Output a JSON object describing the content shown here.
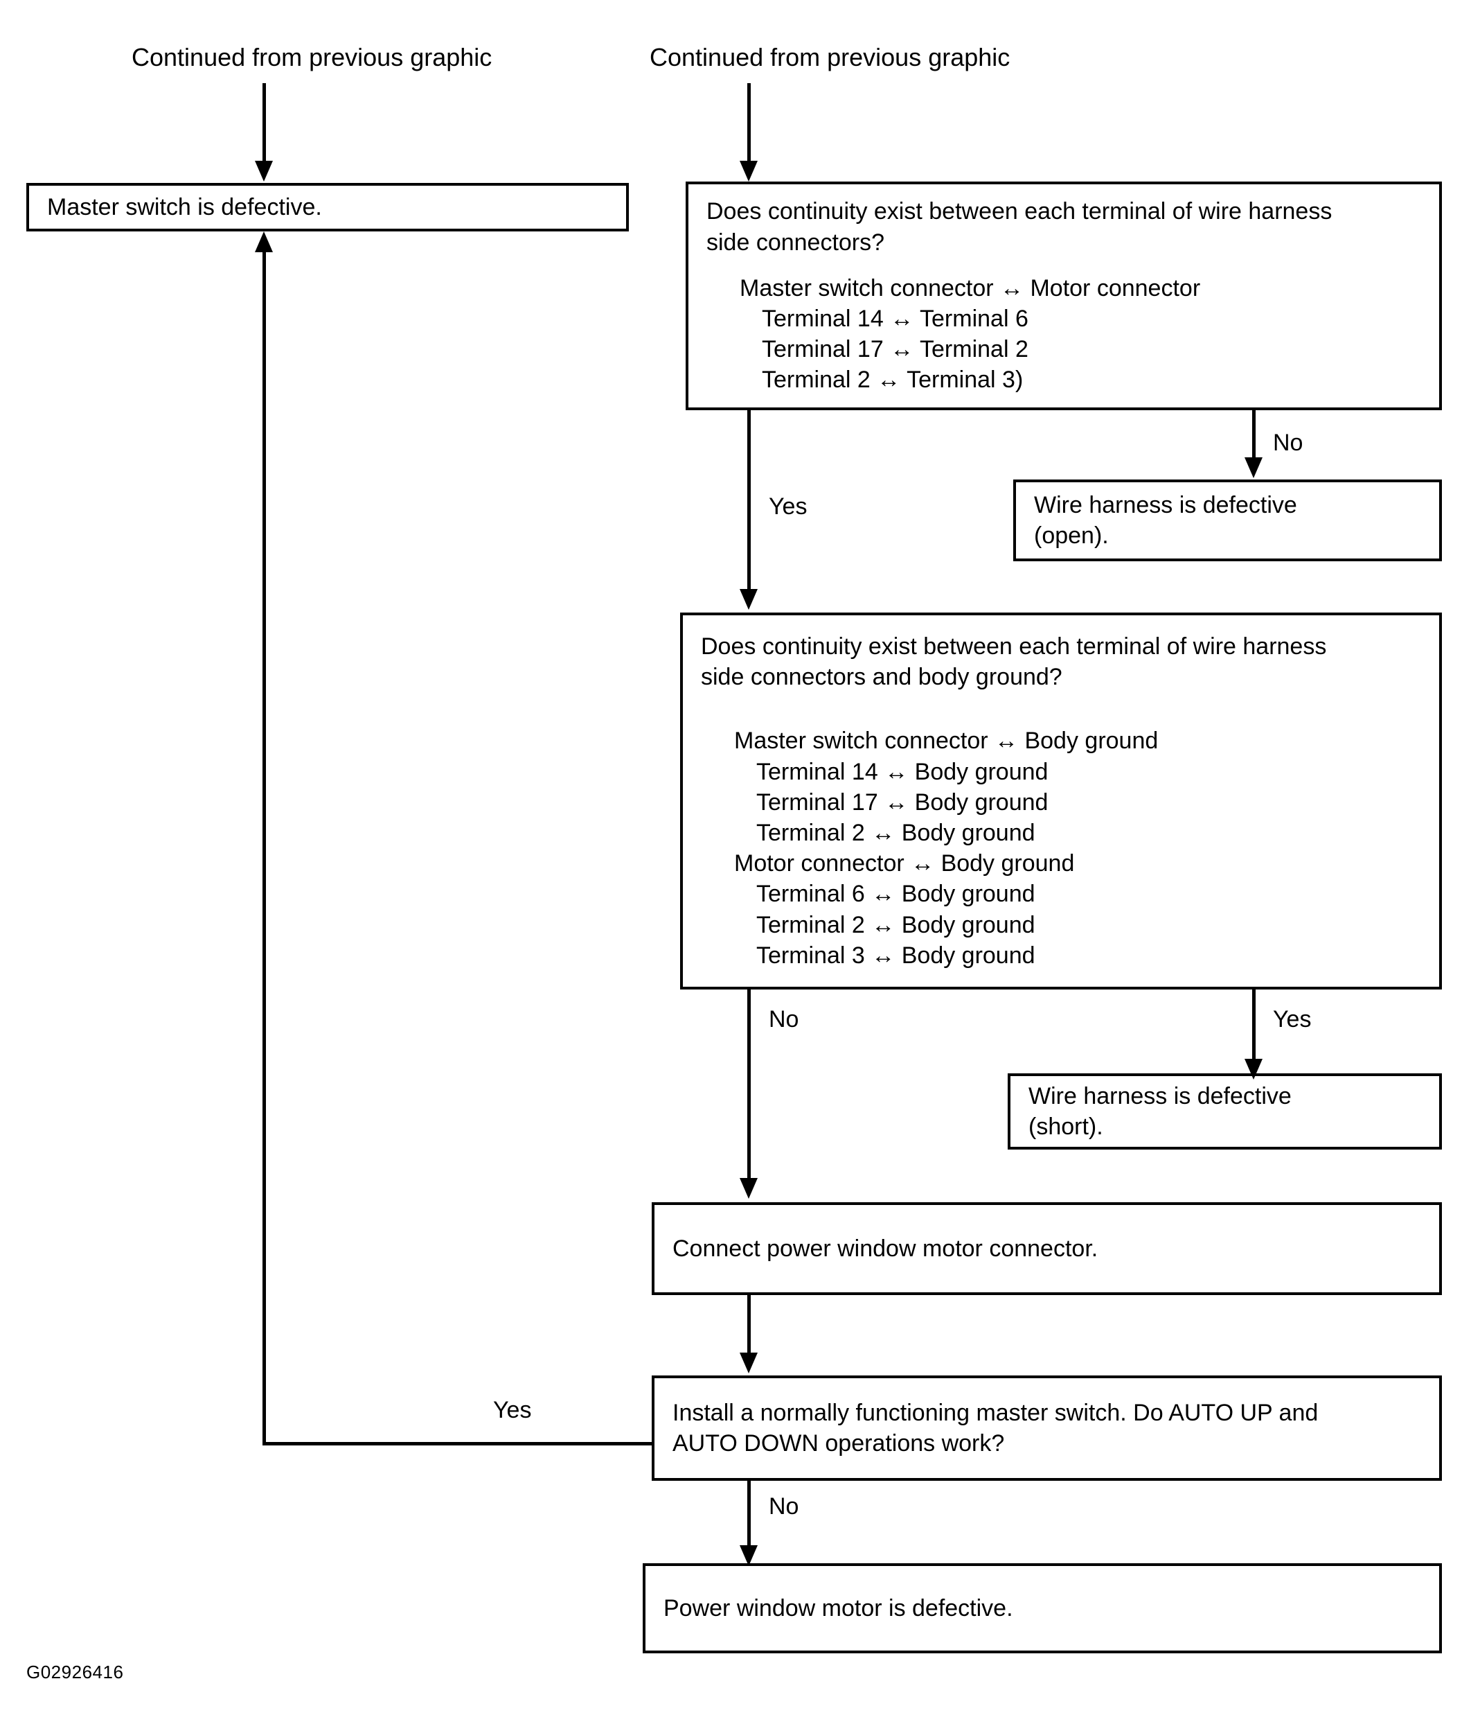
{
  "figure": {
    "id_code": "G02926416",
    "type": "troubleshooting-flowchart",
    "subject": "Power window master switch / wire harness continuity diagnosis"
  },
  "headers": {
    "left": "Continued from previous graphic",
    "right": "Continued from previous graphic"
  },
  "boxes": {
    "master_switch_defective": {
      "text": "Master switch is defective."
    },
    "q1_continuity_between_connectors": {
      "line1": "Does continuity exist between each terminal of wire harness",
      "line2": "side connectors?",
      "sub_heading": "Master switch connector ↔ Motor connector",
      "items": [
        "Terminal 14 ↔ Terminal 6",
        "Terminal 17 ↔ Terminal 2",
        "Terminal 2 ↔ Terminal 3)"
      ]
    },
    "wire_harness_open": {
      "line1": "Wire harness is defective",
      "line2": "(open)."
    },
    "q2_continuity_to_body_ground": {
      "line1": "Does continuity exist between each terminal of wire harness",
      "line2": "side connectors and body ground?",
      "group1_heading": "Master switch connector ↔ Body ground",
      "group1_items": [
        "Terminal 14 ↔ Body ground",
        "Terminal 17 ↔ Body ground",
        "Terminal 2 ↔ Body ground"
      ],
      "group2_heading": "Motor connector ↔ Body ground",
      "group2_items": [
        "Terminal 6 ↔ Body ground",
        "Terminal 2 ↔ Body ground",
        "Terminal 3 ↔ Body ground"
      ]
    },
    "wire_harness_short": {
      "line1": "Wire harness is defective",
      "line2": "(short)."
    },
    "connect_motor_connector": {
      "text": "Connect power window motor connector."
    },
    "q3_install_master_switch": {
      "line1": "Install a normally functioning master switch. Do AUTO UP and",
      "line2": "AUTO DOWN operations work?"
    },
    "motor_defective": {
      "text": "Power window motor is defective."
    }
  },
  "branch_labels": {
    "q1_yes": "Yes",
    "q1_no": "No",
    "q2_no": "No",
    "q2_yes": "Yes",
    "q3_yes": "Yes",
    "q3_no": "No"
  },
  "colors": {
    "stroke": "#000000",
    "fill": "#ffffff",
    "text": "#000000"
  }
}
